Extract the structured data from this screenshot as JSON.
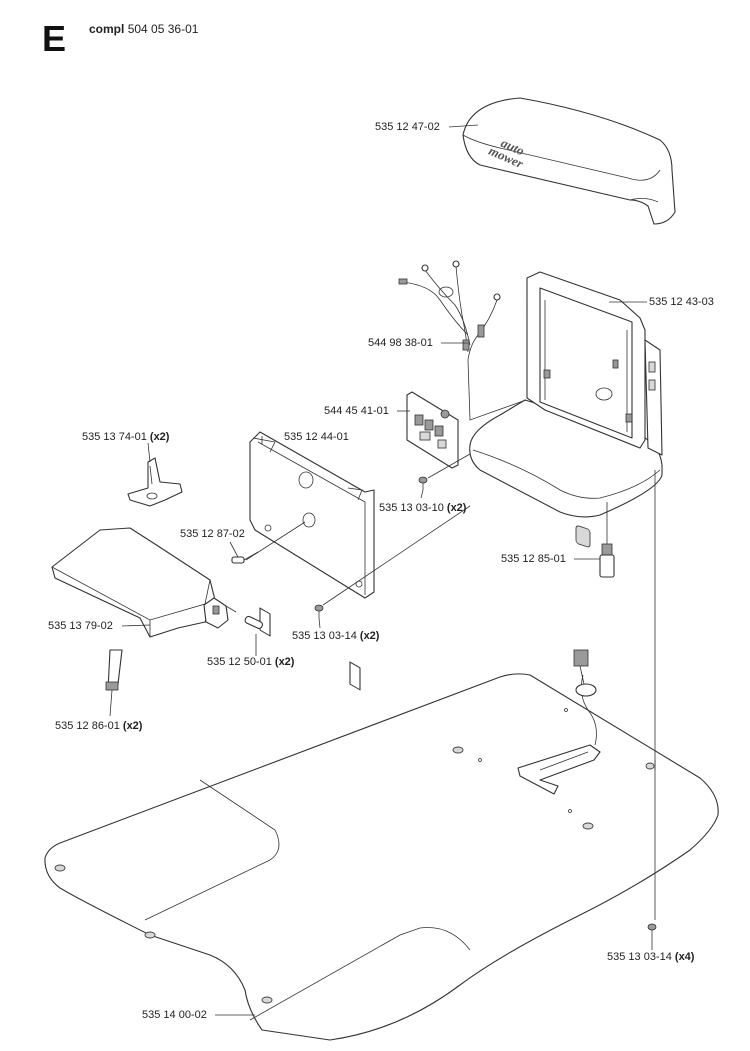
{
  "header": {
    "section_letter": "E",
    "compl_label": "compl",
    "compl_number": "504 05 36-01"
  },
  "parts": [
    {
      "part_no": "535 12 47-02",
      "qty": ""
    },
    {
      "part_no": "535 12 43-03",
      "qty": ""
    },
    {
      "part_no": "544 98 38-01",
      "qty": ""
    },
    {
      "part_no": "544 45 41-01",
      "qty": ""
    },
    {
      "part_no": "535 13 74-01",
      "qty": "(x2)"
    },
    {
      "part_no": "535 12 44-01",
      "qty": ""
    },
    {
      "part_no": "535 13 03-10",
      "qty": "(x2)"
    },
    {
      "part_no": "535 12 87-02",
      "qty": ""
    },
    {
      "part_no": "535 12 85-01",
      "qty": ""
    },
    {
      "part_no": "535 13 79-02",
      "qty": ""
    },
    {
      "part_no": "535 13 03-14",
      "qty": "(x2)"
    },
    {
      "part_no": "535 12 50-01",
      "qty": "(x2)"
    },
    {
      "part_no": "535 12 86-01",
      "qty": "(x2)"
    },
    {
      "part_no": "535 13 03-14",
      "qty": "(x4)"
    },
    {
      "part_no": "535 14 00-02",
      "qty": ""
    }
  ],
  "logo_text": [
    "auto",
    "mower"
  ],
  "colors": {
    "line": "#333333",
    "shade": "#d8d8d8",
    "background": "#ffffff"
  }
}
